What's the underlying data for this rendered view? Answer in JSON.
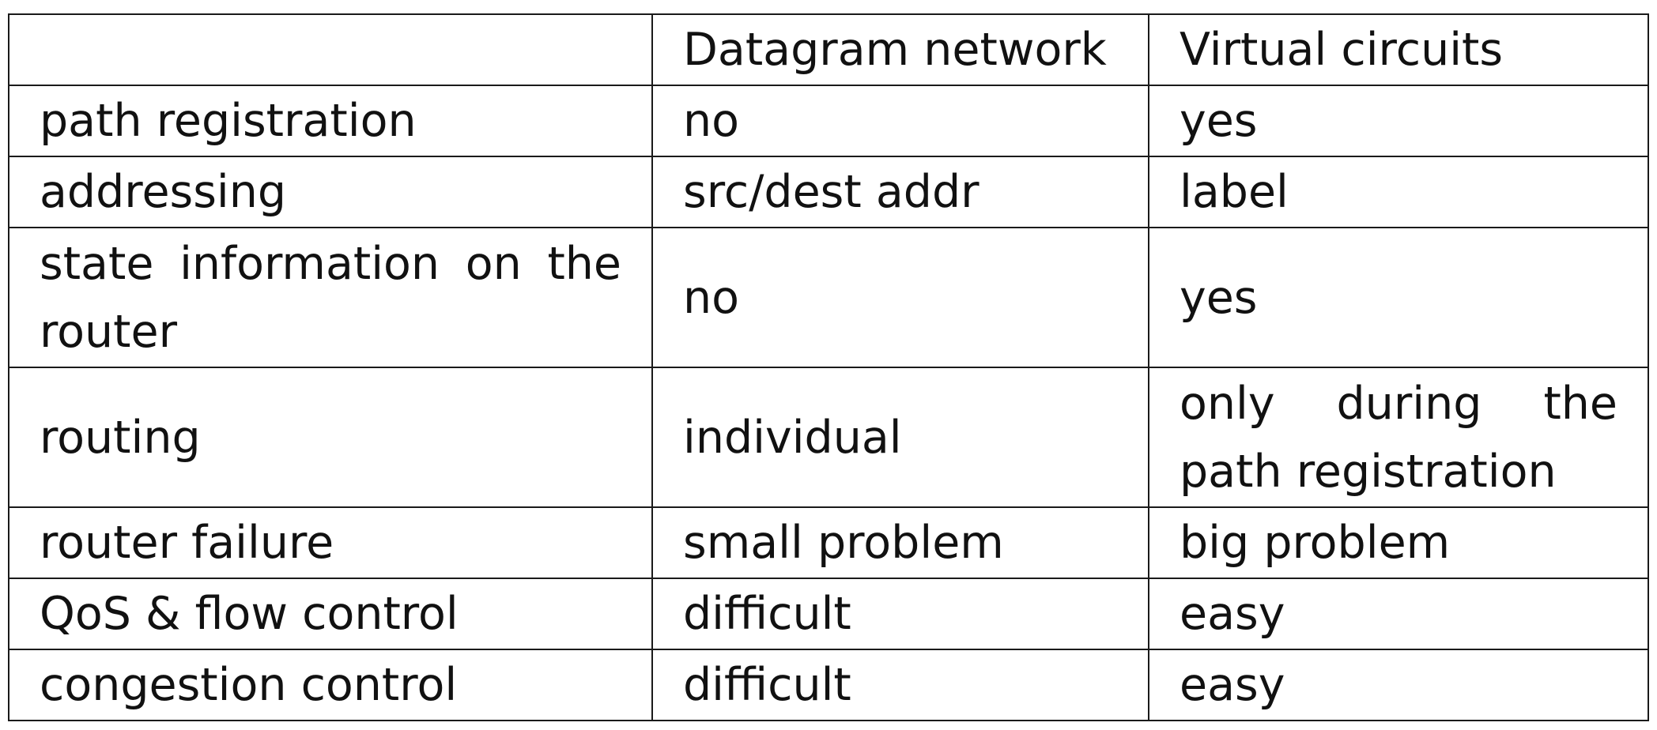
{
  "table": {
    "headers": [
      "",
      "Datagram network",
      "Virtual circuits"
    ],
    "rows": [
      {
        "feature": "path registration",
        "datagram": "no",
        "virtual": "yes"
      },
      {
        "feature": "addressing",
        "datagram": "src/dest addr",
        "virtual": "label"
      },
      {
        "feature_line1": "state information on the",
        "feature_line2": "router",
        "datagram": "no",
        "virtual": "yes"
      },
      {
        "feature": "routing",
        "datagram": "individual",
        "virtual_line1": "only during the",
        "virtual_line2": "path registration"
      },
      {
        "feature": "router failure",
        "datagram": "small problem",
        "virtual": "big problem"
      },
      {
        "feature": "QoS & flow control",
        "datagram": "difficult",
        "virtual": "easy"
      },
      {
        "feature": "congestion control",
        "datagram": "difficult",
        "virtual": "easy"
      }
    ]
  },
  "colors": {
    "text": "#111111",
    "border": "#1a1a1a",
    "background": "#ffffff"
  }
}
